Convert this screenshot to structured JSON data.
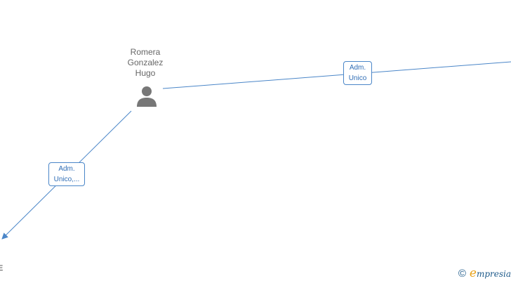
{
  "person": {
    "name_lines": [
      "Romera",
      "Gonzalez",
      "Hugo"
    ],
    "icon": "person-icon"
  },
  "edges": [
    {
      "label_lines": [
        "Adm.",
        "Unico"
      ],
      "arrow": false
    },
    {
      "label_lines": [
        "Adm.",
        "Unico,..."
      ],
      "arrow": true
    }
  ],
  "cut_off_node": {
    "text_lines": [
      "",
      "E"
    ]
  },
  "watermark": {
    "symbol": "©",
    "brand_initial": "e",
    "brand_rest": "mpresia"
  },
  "colors": {
    "edge": "#4a86c8",
    "label_text": "#2f6db5",
    "person_icon": "#777777",
    "name_text": "#666666"
  }
}
